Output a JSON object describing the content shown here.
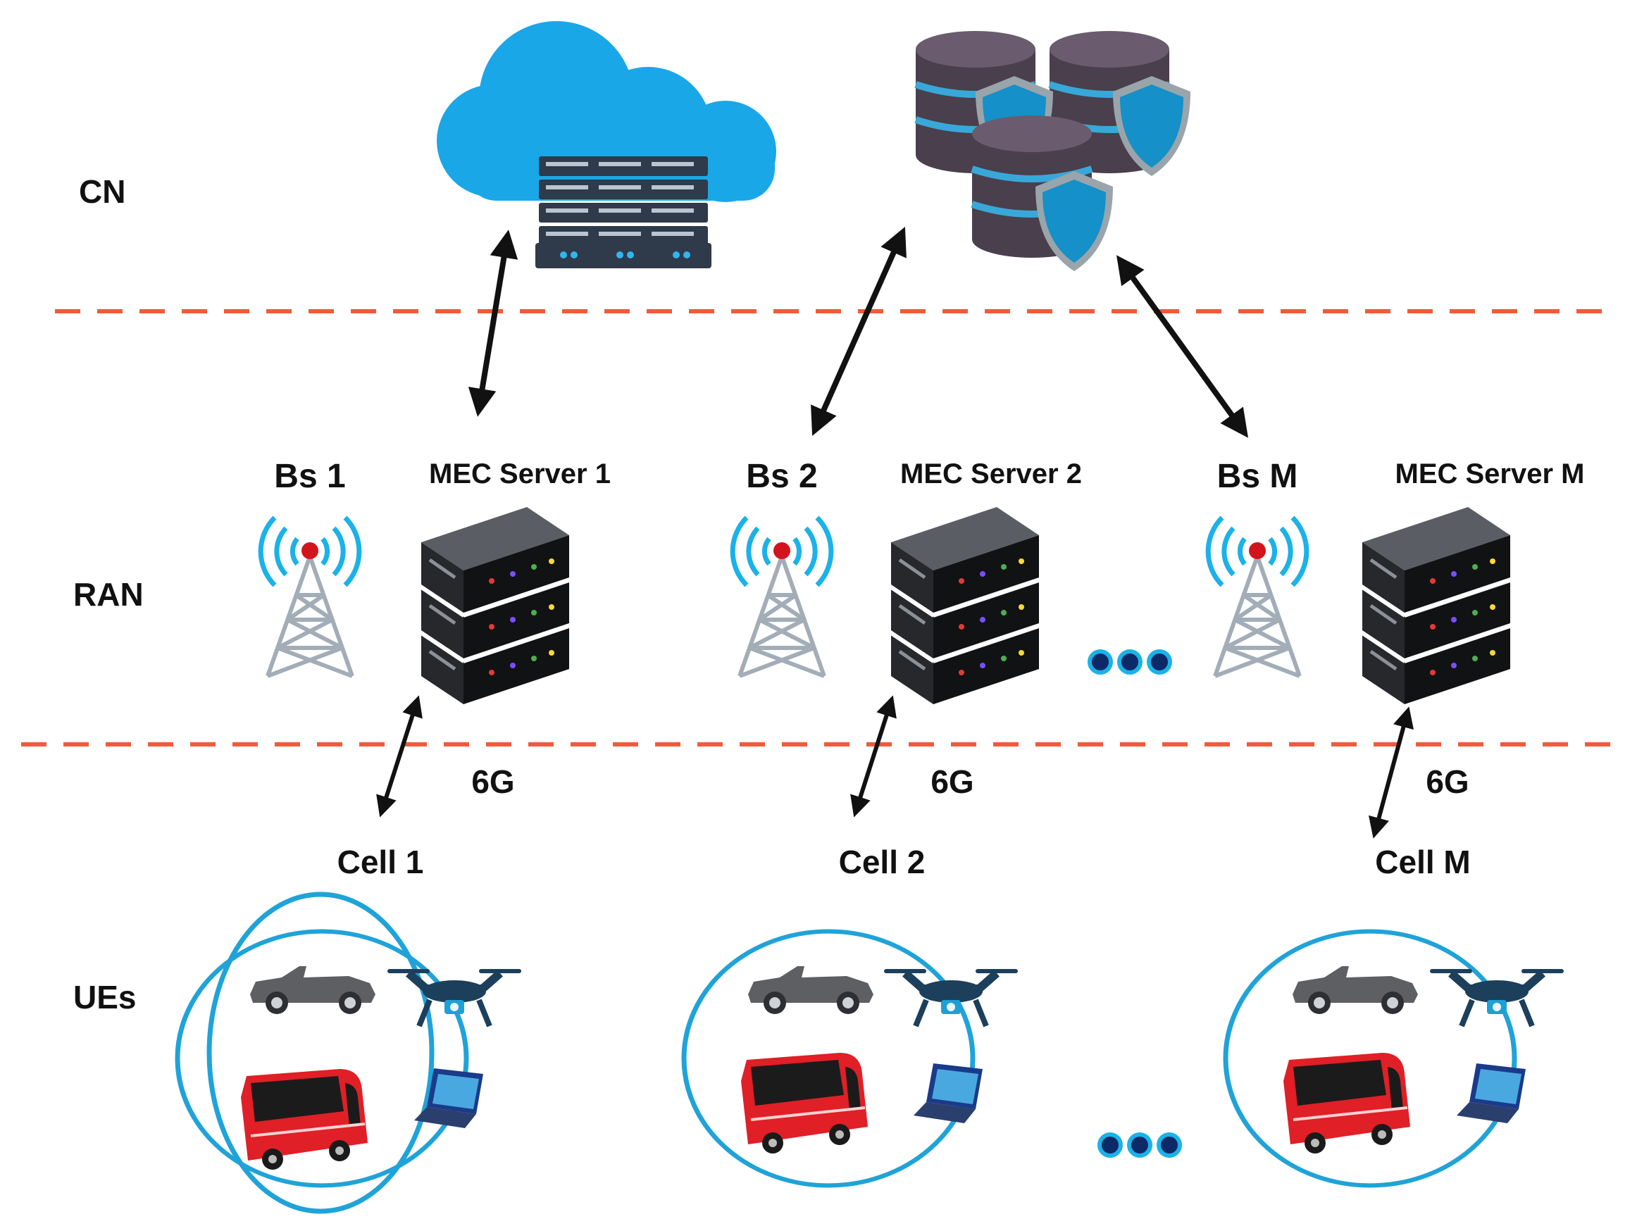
{
  "layers": [
    {
      "id": "cn",
      "label": "CN"
    },
    {
      "id": "ran",
      "label": "RAN"
    },
    {
      "id": "ues",
      "label": "UEs"
    }
  ],
  "base_stations": [
    {
      "label": "Bs 1",
      "server": "MEC Server 1",
      "link": "6G",
      "cell": "Cell 1"
    },
    {
      "label": "Bs 2",
      "server": "MEC Server 2",
      "link": "6G",
      "cell": "Cell 2"
    },
    {
      "label": "Bs M",
      "server": "MEC Server M",
      "link": "6G",
      "cell": "Cell M"
    }
  ],
  "icons": {
    "cloud": "cloud-server-icon",
    "database": "secure-database-icon",
    "tower": "cell-tower-icon",
    "server": "mec-server-rack-icon",
    "ue": [
      "car-icon",
      "drone-icon",
      "bus-icon",
      "laptop-icon"
    ],
    "ellipsis": "ellipsis-icon"
  },
  "colors": {
    "divider": "#f15a3a",
    "cloud": "#1aa7e8",
    "signal": "#1ab2e8",
    "cell_ring": "#1fa3d8",
    "tower_dot": "#d4141c",
    "bus": "#e01f26",
    "arrow": "#111111"
  }
}
